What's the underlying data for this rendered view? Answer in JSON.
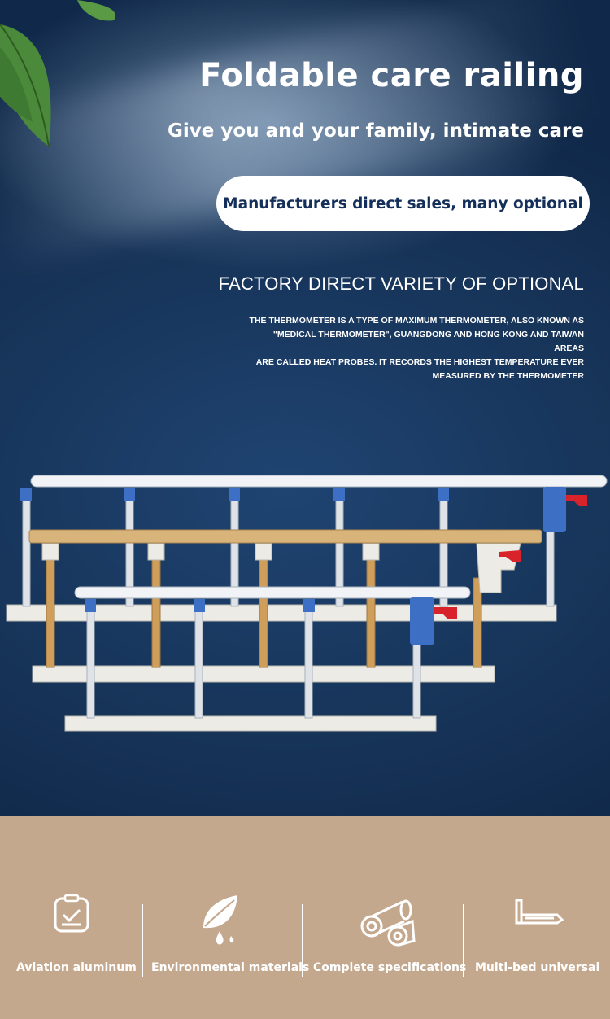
{
  "hero": {
    "title": "Foldable care railing",
    "subtitle": "Give you and your family, intimate care",
    "pill_text": "Manufacturers direct sales, many optional",
    "section_heading": "FACTORY DIRECT VARIETY OF OPTIONAL",
    "description_lines": [
      "THE THERMOMETER IS A TYPE OF MAXIMUM THERMOMETER, ALSO KNOWN AS",
      "\"MEDICAL THERMOMETER\", GUANGDONG AND HONG KONG AND TAIWAN AREAS",
      "ARE CALLED HEAT PROBES. IT RECORDS THE HIGHEST TEMPERATURE EVER",
      "MEASURED BY THE THERMOMETER"
    ]
  },
  "features": [
    {
      "icon": "clipboard-check-icon",
      "label": "Aviation aluminum"
    },
    {
      "icon": "leaf-drop-icon",
      "label": "Environmental materials"
    },
    {
      "icon": "logs-icon",
      "label": "Complete specifications"
    },
    {
      "icon": "bed-rail-icon",
      "label": "Multi-bed universal"
    }
  ],
  "colors": {
    "hero_bg": "#173459",
    "features_bg": "#c4a88e",
    "pill_text": "#14305a",
    "rail_blue": "#3d6fc4",
    "rail_wood": "#d2a86a",
    "rail_red": "#d8232a"
  }
}
